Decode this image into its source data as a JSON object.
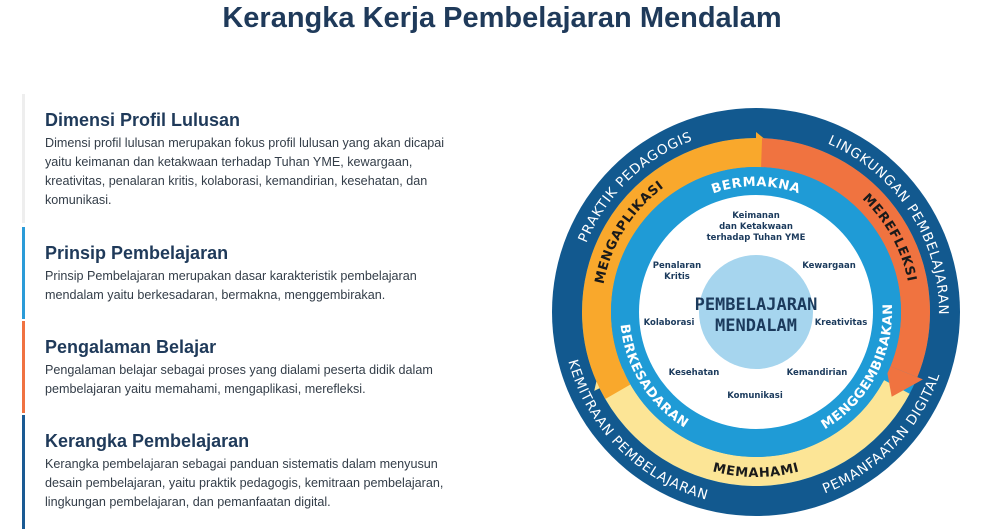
{
  "title": "Kerangka Kerja Pembelajaran Mendalam",
  "sections": [
    {
      "heading": "Dimensi Profil Lulusan",
      "body": "Dimensi profil lulusan merupakan fokus profil lulusan yang akan dicapai yaitu keimanan dan ketakwaan terhadap Tuhan YME, kewargaan, kreativitas, penalaran kritis, kolaborasi, kemandirian, kesehatan, dan komunikasi.",
      "accent": "#eeeeee"
    },
    {
      "heading": "Prinsip Pembelajaran",
      "body": "Prinsip Pembelajaran merupakan dasar karakteristik pembelajaran mendalam yaitu berkesadaran, bermakna, menggembirakan.",
      "accent": "#2a9bd8"
    },
    {
      "heading": "Pengalaman Belajar",
      "body": "Pengalaman belajar sebagai proses yang dialami peserta didik dalam pembelajaran yaitu memahami, mengaplikasi, merefleksi.",
      "accent": "#f07241"
    },
    {
      "heading": "Kerangka Pembelajaran",
      "body": "Kerangka pembelajaran sebagai panduan sistematis dalam menyusun desain pembelajaran, yaitu praktik pedagogis, kemitraan pembelajaran, lingkungan pembelajaran, dan pemanfaatan digital.",
      "accent": "#1a5a93"
    }
  ],
  "diagram": {
    "core": [
      "PEMBELAJARAN",
      "MENDALAM"
    ],
    "dimensions": {
      "keimanan": [
        "Keimanan",
        "dan Ketakwaan",
        "terhadap Tuhan YME"
      ],
      "kewargaan": "Kewargaan",
      "kreativitas": "Kreativitas",
      "kemandirian": "Kemandirian",
      "komunikasi": "Komunikasi",
      "kesehatan": "Kesehatan",
      "kolaborasi": "Kolaborasi",
      "penalaran": [
        "Penalaran",
        "Kritis"
      ]
    },
    "principles": {
      "bermakna": "BERMAKNA",
      "menggembirakan": "MENGGEMBIRAKAN",
      "berkesadaran": "BERKESADARAN"
    },
    "experiences": {
      "mengaplikasi": "MENGAPLIKASI",
      "merefleksi": "MEREFLEKSI",
      "memahami": "MEMAHAMI"
    },
    "framework": {
      "praktik": "PRAKTIK PEDAGOGIS",
      "lingkungan": "LINGKUNGAN PEMBELAJARAN",
      "pemanfaatan": "PEMANFAATAN DIGITAL",
      "kemitraan": "KEMITRAAN PEMBELAJARAN"
    },
    "colors": {
      "outer": "#12598f",
      "principle": "#1f9bd6",
      "mengaplikasi": "#f9a82c",
      "merefleksi": "#f07340",
      "memahami": "#fce596",
      "core": "#a6d5ee",
      "text": "#1b3a5c"
    }
  }
}
